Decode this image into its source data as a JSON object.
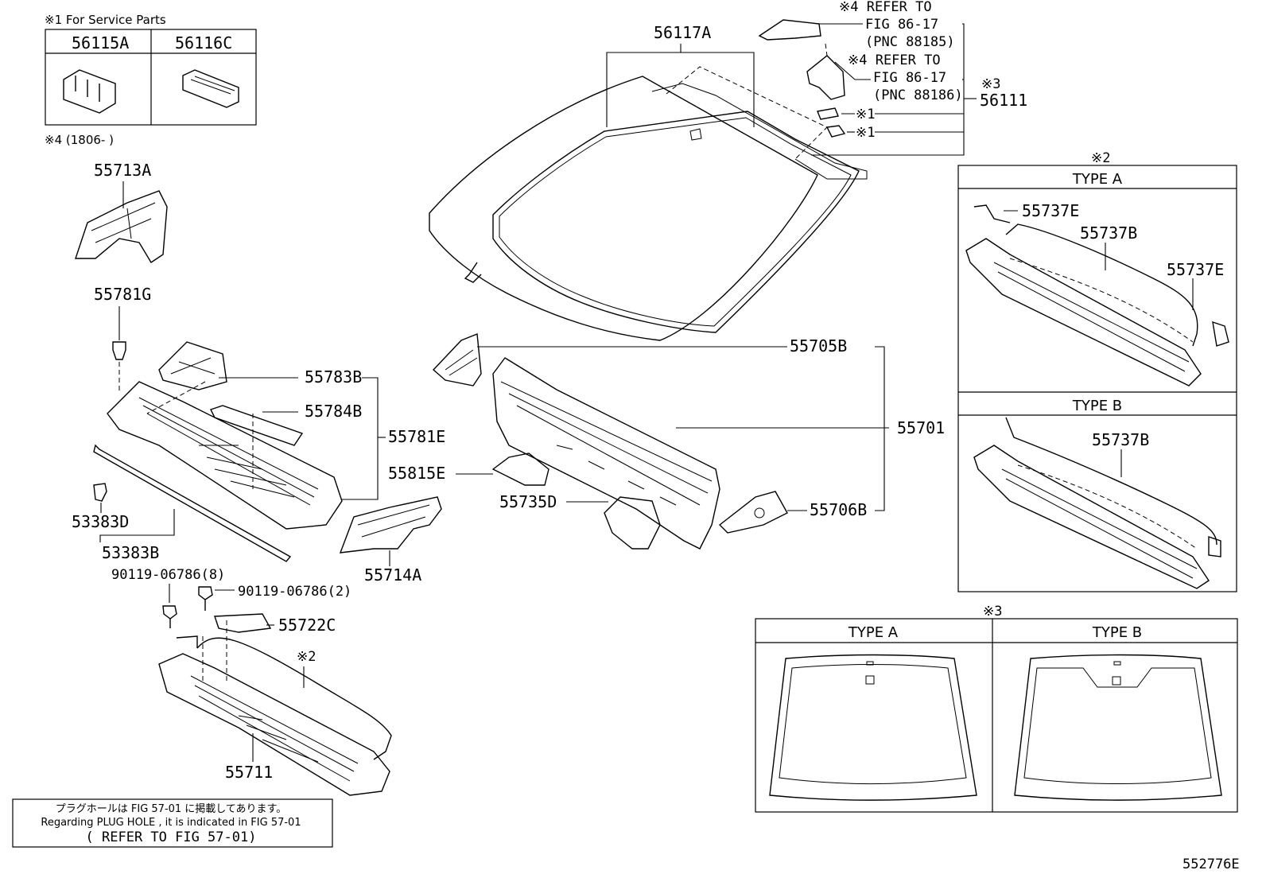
{
  "service_parts": {
    "header": "※1 For Service Parts",
    "parts": [
      "56115A",
      "56116C"
    ]
  },
  "note_date": "※4 (1806-      )",
  "labels": {
    "p55713A": "55713A",
    "p55781G": "55781G",
    "p55783B": "55783B",
    "p55784B": "55784B",
    "p55781E": "55781E",
    "p55815E": "55815E",
    "p55735D": "55735D",
    "p53383D": "53383D",
    "p53383B": "53383B",
    "p55714A": "55714A",
    "p90119_8": "90119-06786(8)",
    "p90119_2": "90119-06786(2)",
    "p55722C": "55722C",
    "p55711": "55711",
    "p56117A": "56117A",
    "p55705B": "55705B",
    "p55701": "55701",
    "p55706B": "55706B",
    "p56111": "56111",
    "mark2_left": "※2",
    "mark2_right": "※2",
    "mark3_right": "※3",
    "mark3_bottom": "※3",
    "mark1_a": "※1",
    "mark1_b": "※1"
  },
  "refer_notes": [
    {
      "line1": "※4 REFER TO",
      "line2": "FIG 86-17",
      "line3": "(PNC 88185)"
    },
    {
      "line1": "※4 REFER TO",
      "line2": "FIG 86-17",
      "line3": "(PNC 88186)"
    }
  ],
  "type_box_right": {
    "type_a": "TYPE A",
    "type_b": "TYPE B",
    "a_labels": [
      "55737E",
      "55737B",
      "55737E"
    ],
    "b_labels": [
      "55737B"
    ]
  },
  "type_box_bottom": {
    "type_a": "TYPE A",
    "type_b": "TYPE B"
  },
  "plug_note": {
    "line1": "プラグホールは FIG 57-01 に掲載してあります。",
    "line2": "Regarding  PLUG  HOLE , it is indicated in FIG  57-01",
    "line3": "( REFER  TO  FIG  57-01)"
  },
  "figure_id": "552776E"
}
